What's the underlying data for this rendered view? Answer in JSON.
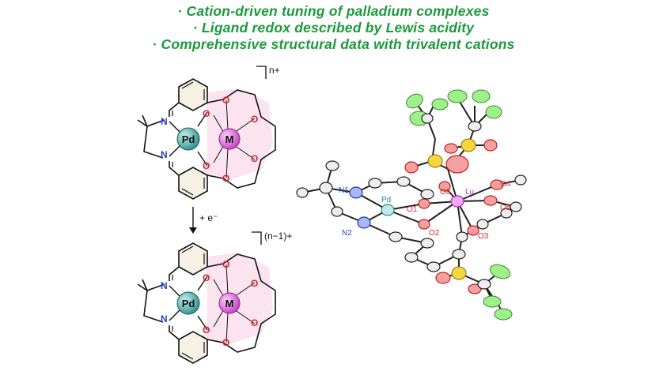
{
  "bullets": [
    "· Cation-driven tuning of palladium complexes",
    "· Ligand redox described by Lewis acidity",
    "· Comprehensive structural data with trivalent cations"
  ],
  "top_complex": {
    "pd": "Pd",
    "m": "M",
    "charge": "n+",
    "n_labels": [
      "N",
      "N"
    ],
    "o_label": "O"
  },
  "arrow": {
    "label": "+ e⁻"
  },
  "bottom_complex": {
    "pd": "Pd",
    "m": "M",
    "charge": "(n−1)+",
    "n_labels": [
      "N",
      "N"
    ],
    "o_label": "O"
  },
  "crystal_labels": {
    "n1": "N1",
    "n2": "N2",
    "pd": "Pd",
    "lu": "Lu",
    "o1": "O1",
    "o2": "O2",
    "o3": "O3",
    "o4": "O4",
    "o5": "O5",
    "o6": "O6"
  },
  "colors": {
    "text_green": "#1a9a3c",
    "pd_teal": "#3a9e9c",
    "m_magenta": "#d64fd6",
    "crown_fill": "#fbe3ef",
    "oxygen": "#d42b2b",
    "nitrogen": "#2a46c8",
    "fluorine": "#8fe67a",
    "sulfur": "#f3d23a",
    "carbon": "#555555"
  }
}
